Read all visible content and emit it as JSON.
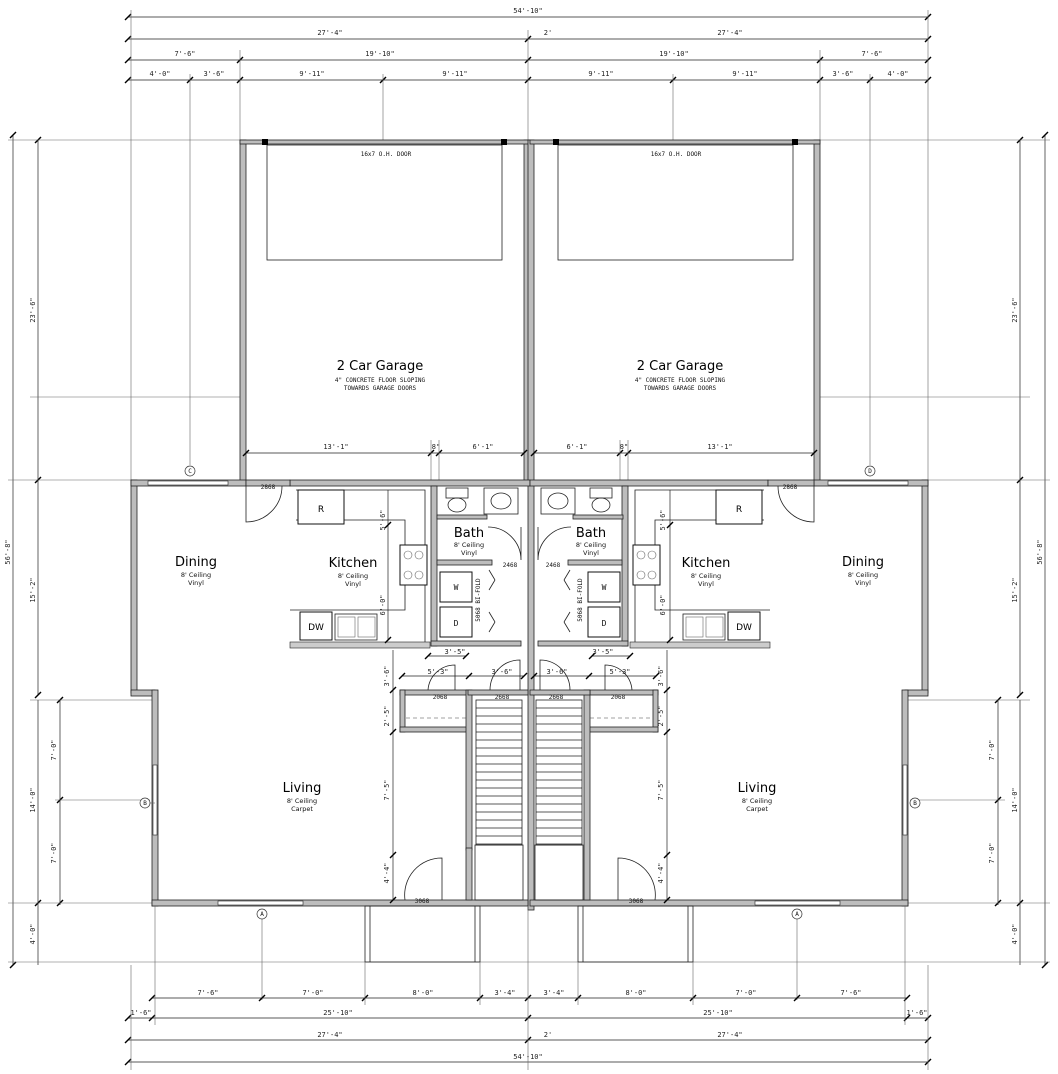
{
  "dims": {
    "overall": "54'-10\"",
    "half": "27'-4\"",
    "two": "2'",
    "seg_7_6": "7'-6\"",
    "seg_19_10": "19'-10\"",
    "seg_4_0": "4'-0\"",
    "seg_3_6": "3'-6\"",
    "seg_9_11": "9'-11\"",
    "depth_overall": "56'-8\"",
    "depth_garage": "23'-6\"",
    "depth_kitchen": "15'-2\"",
    "depth_living": "14'-0\"",
    "depth_7_0": "7'-0\"",
    "depth_4_0": "4'-0\"",
    "seg_13_1": "13'-1\"",
    "seg_8": "8\"",
    "seg_6_1": "6'-1\"",
    "seg_5_6": "5'-6\"",
    "seg_6_0": "6'-0\"",
    "seg_3_5": "3'-5\"",
    "seg_5_3": "5'-3\"",
    "seg_3_6b": "3'-6\"",
    "seg_2_5": "2'-5\"",
    "seg_7_5": "7'-5\"",
    "seg_4_4": "4'-4\"",
    "bot_7_6": "7'-6\"",
    "bot_7_0": "7'-0\"",
    "bot_8_0": "8'-0\"",
    "bot_3_4": "3'-4\"",
    "bot_1_6": "1'-6\"",
    "bot_25_10": "25'-10\""
  },
  "doors": {
    "d2868": "2868",
    "d2468": "2468",
    "d2068": "2068",
    "d2668": "2668",
    "d3068": "3068",
    "bifold": "5068 BI-FOLD",
    "oh_door": "16x7 O.H. DOOR"
  },
  "units": [
    {
      "garage_title": "2 Car Garage",
      "garage_note1": "4\" CONCRETE FLOOR SLOPING",
      "garage_note2": "TOWARDS GARAGE DOORS",
      "bath": "Bath",
      "bath_c": "8' Ceiling",
      "bath_f": "Vinyl",
      "kitchen": "Kitchen",
      "kitchen_c": "8' Ceiling",
      "kitchen_f": "Vinyl",
      "dining": "Dining",
      "dining_c": "8' Ceiling",
      "dining_f": "Vinyl",
      "living": "Living",
      "living_c": "8' Ceiling",
      "living_f": "Carpet"
    },
    {
      "garage_title": "2 Car Garage",
      "garage_note1": "4\" CONCRETE FLOOR SLOPING",
      "garage_note2": "TOWARDS GARAGE DOORS",
      "bath": "Bath",
      "bath_c": "8' Ceiling",
      "bath_f": "Vinyl",
      "kitchen": "Kitchen",
      "kitchen_c": "8' Ceiling",
      "kitchen_f": "Vinyl",
      "dining": "Dining",
      "dining_c": "8' Ceiling",
      "dining_f": "Vinyl",
      "living": "Living",
      "living_c": "8' Ceiling",
      "living_f": "Carpet"
    }
  ],
  "appliances": {
    "refrigerator": "R",
    "dishwasher": "DW",
    "washer": "W",
    "dryer": "D"
  },
  "grid_markers": {
    "a": "A",
    "b": "B",
    "c": "C",
    "d": "D"
  }
}
